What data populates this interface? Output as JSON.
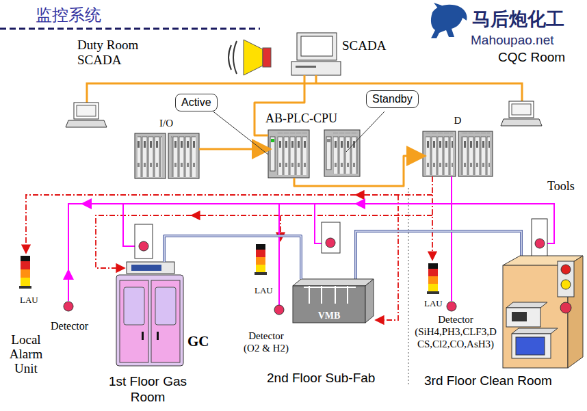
{
  "diagram": {
    "title": "监控系统",
    "nodes": [
      {
        "text": [
          "SCADA"
        ]
      },
      {
        "text": [
          "I/O"
        ]
      },
      {
        "text": [
          "AB-PLC-CPU"
        ]
      },
      {
        "text": [
          "D"
        ]
      },
      {
        "text": [
          "Active"
        ]
      },
      {
        "text": [
          "Standby"
        ]
      },
      {
        "text": [
          "GC"
        ]
      },
      {
        "text": [
          "VMB"
        ]
      }
    ],
    "edges": [
      {
        "from": 0,
        "to": 2,
        "arrow": "none"
      },
      {
        "from": 1,
        "to": 2,
        "arrow": "to"
      },
      {
        "from": 2,
        "to": 3,
        "arrow": "to"
      },
      {
        "from": 4,
        "to": 2,
        "arrow": "none"
      },
      {
        "from": 6,
        "to": 7,
        "arrow": "none"
      }
    ],
    "labels": [
      "马后炮化工",
      "Mahoupao.net",
      "Duty Room SCADA",
      "CQC Room",
      "Tools",
      "LAU",
      "LAU",
      "LAU",
      "Local Alarm Unit",
      "Detector",
      "Detector (O2 & H2)",
      "Detector (SiH4,PH3,CLF3,DCS,Cl2,CO,AsH3)",
      "1st Floor Gas Room",
      "2nd Floor Sub-Fab",
      "3rd Floor Clean Room"
    ]
  }
}
